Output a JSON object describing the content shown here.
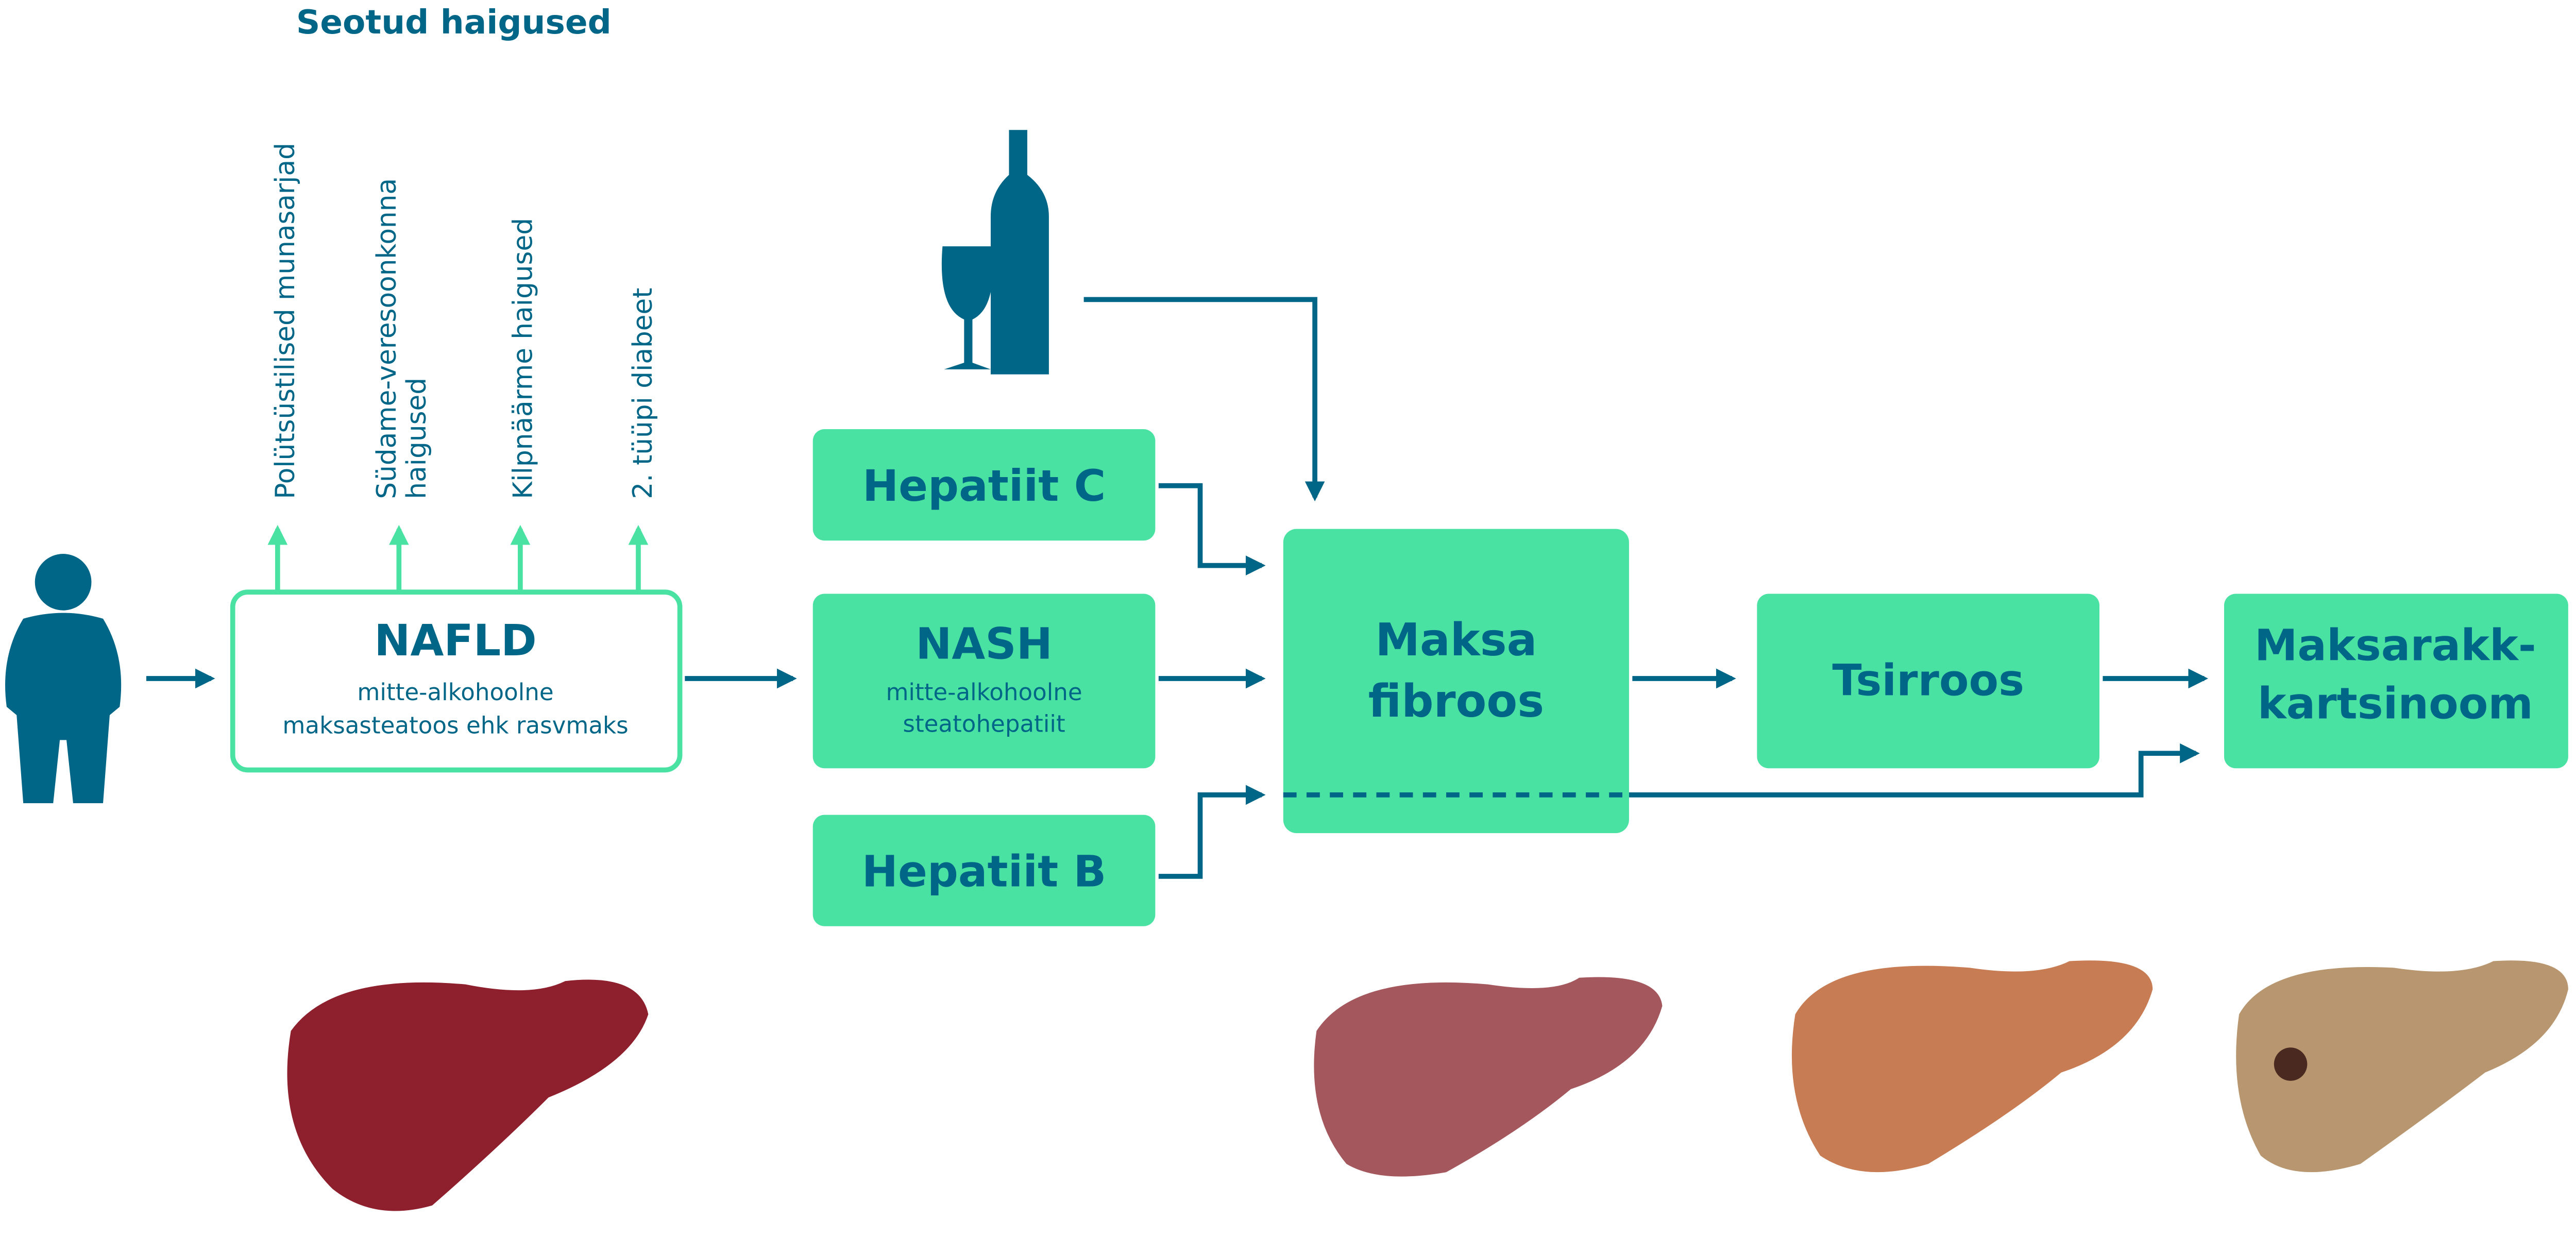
{
  "title": "Seotud haigused",
  "related_diseases": [
    {
      "lines": [
        "Polütsüstilised munasarjad"
      ]
    },
    {
      "lines": [
        "Südame-veresoonkonna",
        "haigused"
      ]
    },
    {
      "lines": [
        "Kilpnäärme haigused"
      ]
    },
    {
      "lines": [
        "2. tüüpi diabeet"
      ]
    }
  ],
  "nodes": {
    "nafld": {
      "title": "NAFLD",
      "sub1": "mitte-alkohoolne",
      "sub2": "maksasteatoos ehk rasvmaks"
    },
    "hep_c": {
      "title": "Hepatiit C"
    },
    "nash": {
      "title": "NASH",
      "sub1": "mitte-alkohoolne",
      "sub2": "steatohepatiit"
    },
    "hep_b": {
      "title": "Hepatiit B"
    },
    "fibrosis": {
      "line1": "Maksa",
      "line2": "fibroos"
    },
    "cirrhosis": {
      "title": "Tsirroos"
    },
    "hcc": {
      "line1": "Maksarakk-",
      "line2": "kartsinoom"
    }
  },
  "colors": {
    "accent": "#4AE2A3",
    "primary": "#006687"
  }
}
